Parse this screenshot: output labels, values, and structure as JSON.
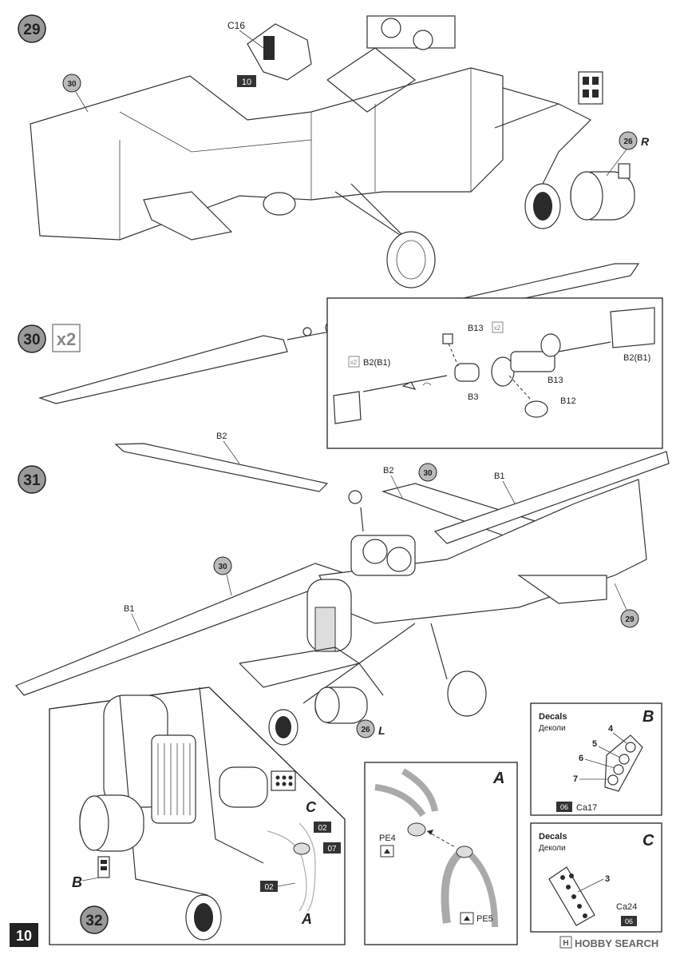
{
  "page_number": "10",
  "steps": {
    "s29": "29",
    "s30": "30",
    "s31": "31",
    "s32": "32",
    "x2": "x2"
  },
  "parts": {
    "c16": "C16",
    "tag10": "10",
    "ref30": "30",
    "ref26": "26",
    "r": "R",
    "l": "L",
    "b13": "B13",
    "b13x2": "x2",
    "b2b1": "B2(B1)",
    "b2b1_right": "B2(B1)",
    "b3": "B3",
    "b12": "B12",
    "b2": "B2",
    "b1": "B1",
    "ref29": "29",
    "pe4": "PE4",
    "pe5": "PE5",
    "tag02a": "02",
    "tag07": "07",
    "tag02b": "02"
  },
  "callouts": {
    "a": "A",
    "b": "B",
    "c": "C"
  },
  "decals_b": {
    "letter": "B",
    "title": "Decals",
    "subtitle": "Деколи",
    "n4": "4",
    "n5": "5",
    "n6": "6",
    "n7": "7",
    "tag": "06",
    "code": "Ca17"
  },
  "decals_c": {
    "letter": "C",
    "title": "Decals",
    "subtitle": "Деколи",
    "n3": "3",
    "tag": "06",
    "code": "Ca24"
  },
  "watermark": "HOBBY SEARCH"
}
